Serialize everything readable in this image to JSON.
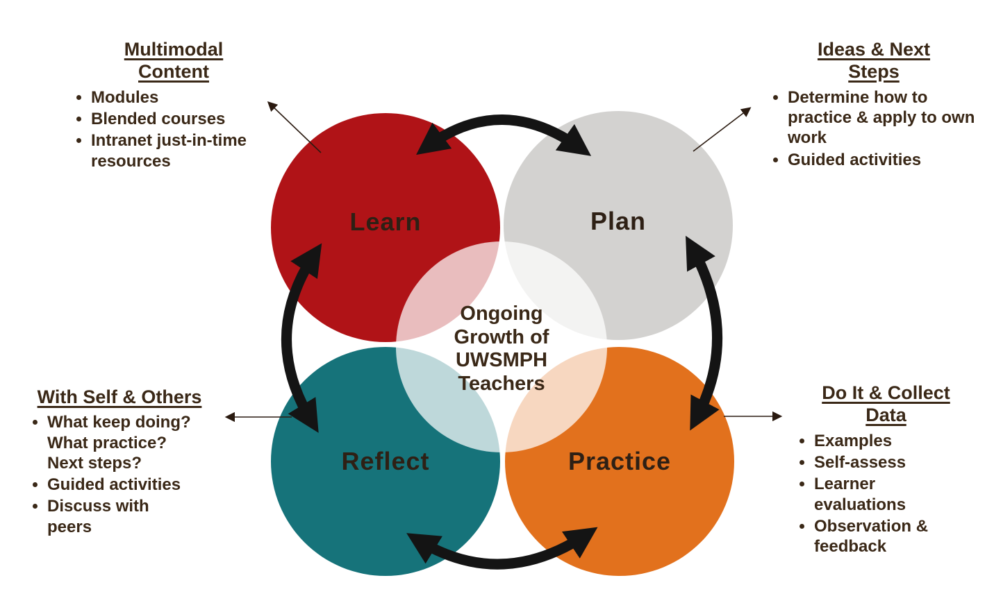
{
  "title": "Ongoing Growth of UWSMPH Teachers cycle diagram",
  "center": {
    "lines": [
      "Ongoing",
      "Growth of",
      "UWSMPH",
      "Teachers"
    ]
  },
  "circles": [
    {
      "id": "learn",
      "label": "Learn",
      "color": "#b01317"
    },
    {
      "id": "plan",
      "label": "Plan",
      "color": "#d3d2d0"
    },
    {
      "id": "reflect",
      "label": "Reflect",
      "color": "#16737a"
    },
    {
      "id": "practice",
      "label": "Practice",
      "color": "#e2711d"
    }
  ],
  "annotations": {
    "multimodal": {
      "title": "Multimodal Content",
      "items": [
        "Modules",
        "Blended courses",
        "Intranet just-in-time resources"
      ]
    },
    "ideas": {
      "title": "Ideas & Next Steps",
      "items": [
        "Determine how to practice & apply to own work",
        "Guided activities"
      ]
    },
    "withself": {
      "title": "With Self & Others",
      "items": [
        "What keep doing? What practice? Next steps?",
        "Guided activities",
        "Discuss with peers"
      ]
    },
    "doit": {
      "title": "Do It & Collect Data",
      "items": [
        "Examples",
        "Self-assess",
        "Learner evaluations",
        "Observation & feedback"
      ]
    }
  },
  "colors": {
    "background": "#ffffff",
    "text": "#3a2817",
    "label": "#2e2015",
    "learn": "#b01317",
    "plan": "#d3d2d0",
    "reflect": "#16737a",
    "practice": "#e2711d",
    "arrow": "#141414",
    "thin": "#2a1a10"
  }
}
